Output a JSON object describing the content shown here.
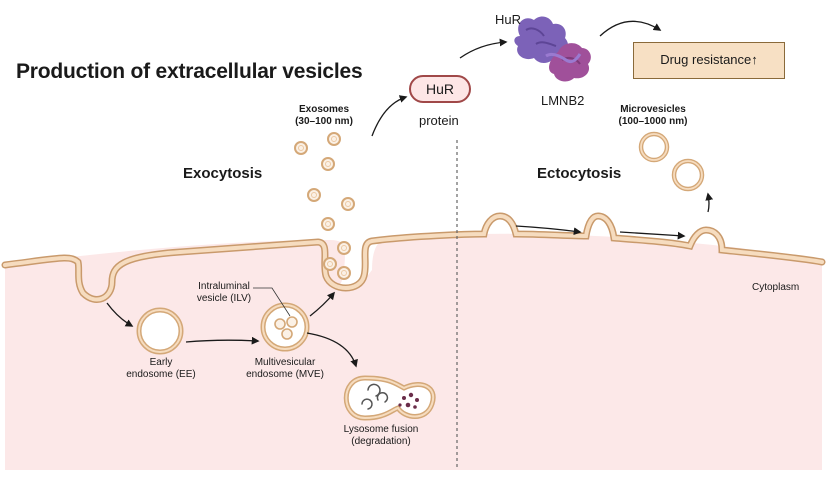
{
  "title": "Production of extracellular vesicles",
  "exocytosis": "Exocytosis",
  "ectocytosis": "Ectocytosis",
  "exosomes": {
    "name": "Exosomes",
    "size": "(30–100 nm)"
  },
  "microvesicles": {
    "name": "Microvesicles",
    "size": "(100–1000 nm)"
  },
  "hur_pill": "HuR",
  "protein": "protein",
  "hur_top": "HuR",
  "lmnb2": "LMNB2",
  "drug_resistance": "Drug resistance↑",
  "cytoplasm": "Cytoplasm",
  "ilv": {
    "line1": "Intraluminal",
    "line2": "vesicle (ILV)"
  },
  "early_endosome": {
    "line1": "Early",
    "line2": "endosome (EE)"
  },
  "mve": {
    "line1": "Multivesicular",
    "line2": "endosome (MVE)"
  },
  "lysosome": {
    "line1": "Lysosome fusion",
    "line2": "(degradation)"
  },
  "colors": {
    "cytoplasm": "#fce8e8",
    "membrane": "#f2c89e",
    "membrane_edge": "#c99a6c",
    "protein_purple": "#7c62b8",
    "protein_magenta": "#a0509a",
    "pill_border": "#a04848",
    "drug_box": "#f7e0c4"
  }
}
